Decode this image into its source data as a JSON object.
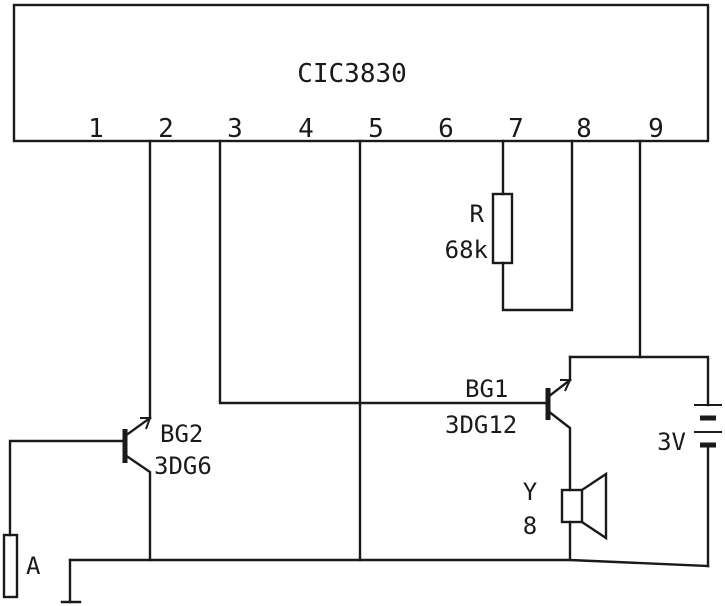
{
  "ic": {
    "label": "CIC3830",
    "pins": [
      "1",
      "2",
      "3",
      "4",
      "5",
      "6",
      "7",
      "8",
      "9"
    ]
  },
  "resistor": {
    "name": "R",
    "value": "68k"
  },
  "transistor_bg1": {
    "name": "BG1",
    "model": "3DG12"
  },
  "transistor_bg2": {
    "name": "BG2",
    "model": "3DG6"
  },
  "speaker": {
    "name": "Y",
    "value": "8"
  },
  "battery": {
    "value": "3V"
  },
  "sensor": {
    "label": "A"
  },
  "colors": {
    "ink": "#1a1a1a",
    "background": "#ffffff"
  }
}
